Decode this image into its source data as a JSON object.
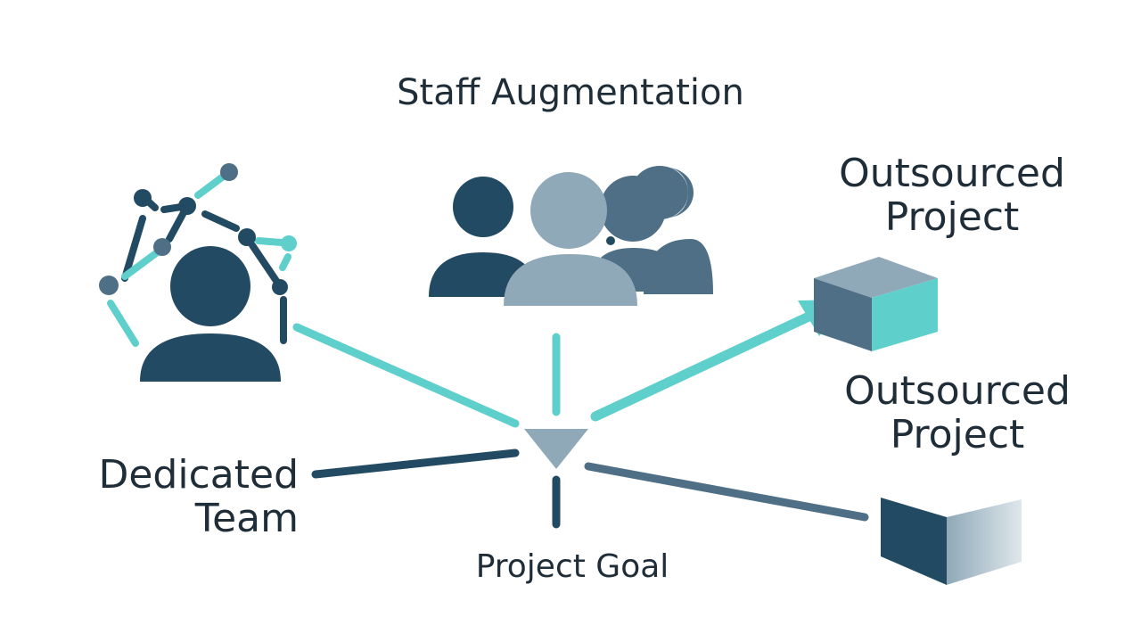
{
  "diagram": {
    "center_node": {
      "label": "Project Goal",
      "icon": "triangle-down-icon"
    },
    "nodes": [
      {
        "id": "staff",
        "label": "Staff Augmentation",
        "icon": "people-group-icon"
      },
      {
        "id": "dedicated",
        "label": "Dedicated\nTeam",
        "icon": "person-network-icon"
      },
      {
        "id": "outsourced_1",
        "label": "Outsourced\nProject",
        "icon": "cube-icon"
      },
      {
        "id": "outsourced_2",
        "label": "Outsourced\nProject",
        "icon": "box-icon"
      }
    ],
    "colors": {
      "navy": "#224a63",
      "slate": "#4e6f85",
      "gray_blue": "#8fa9b8",
      "teal": "#5ecfcb",
      "text": "#1f2d38"
    }
  }
}
